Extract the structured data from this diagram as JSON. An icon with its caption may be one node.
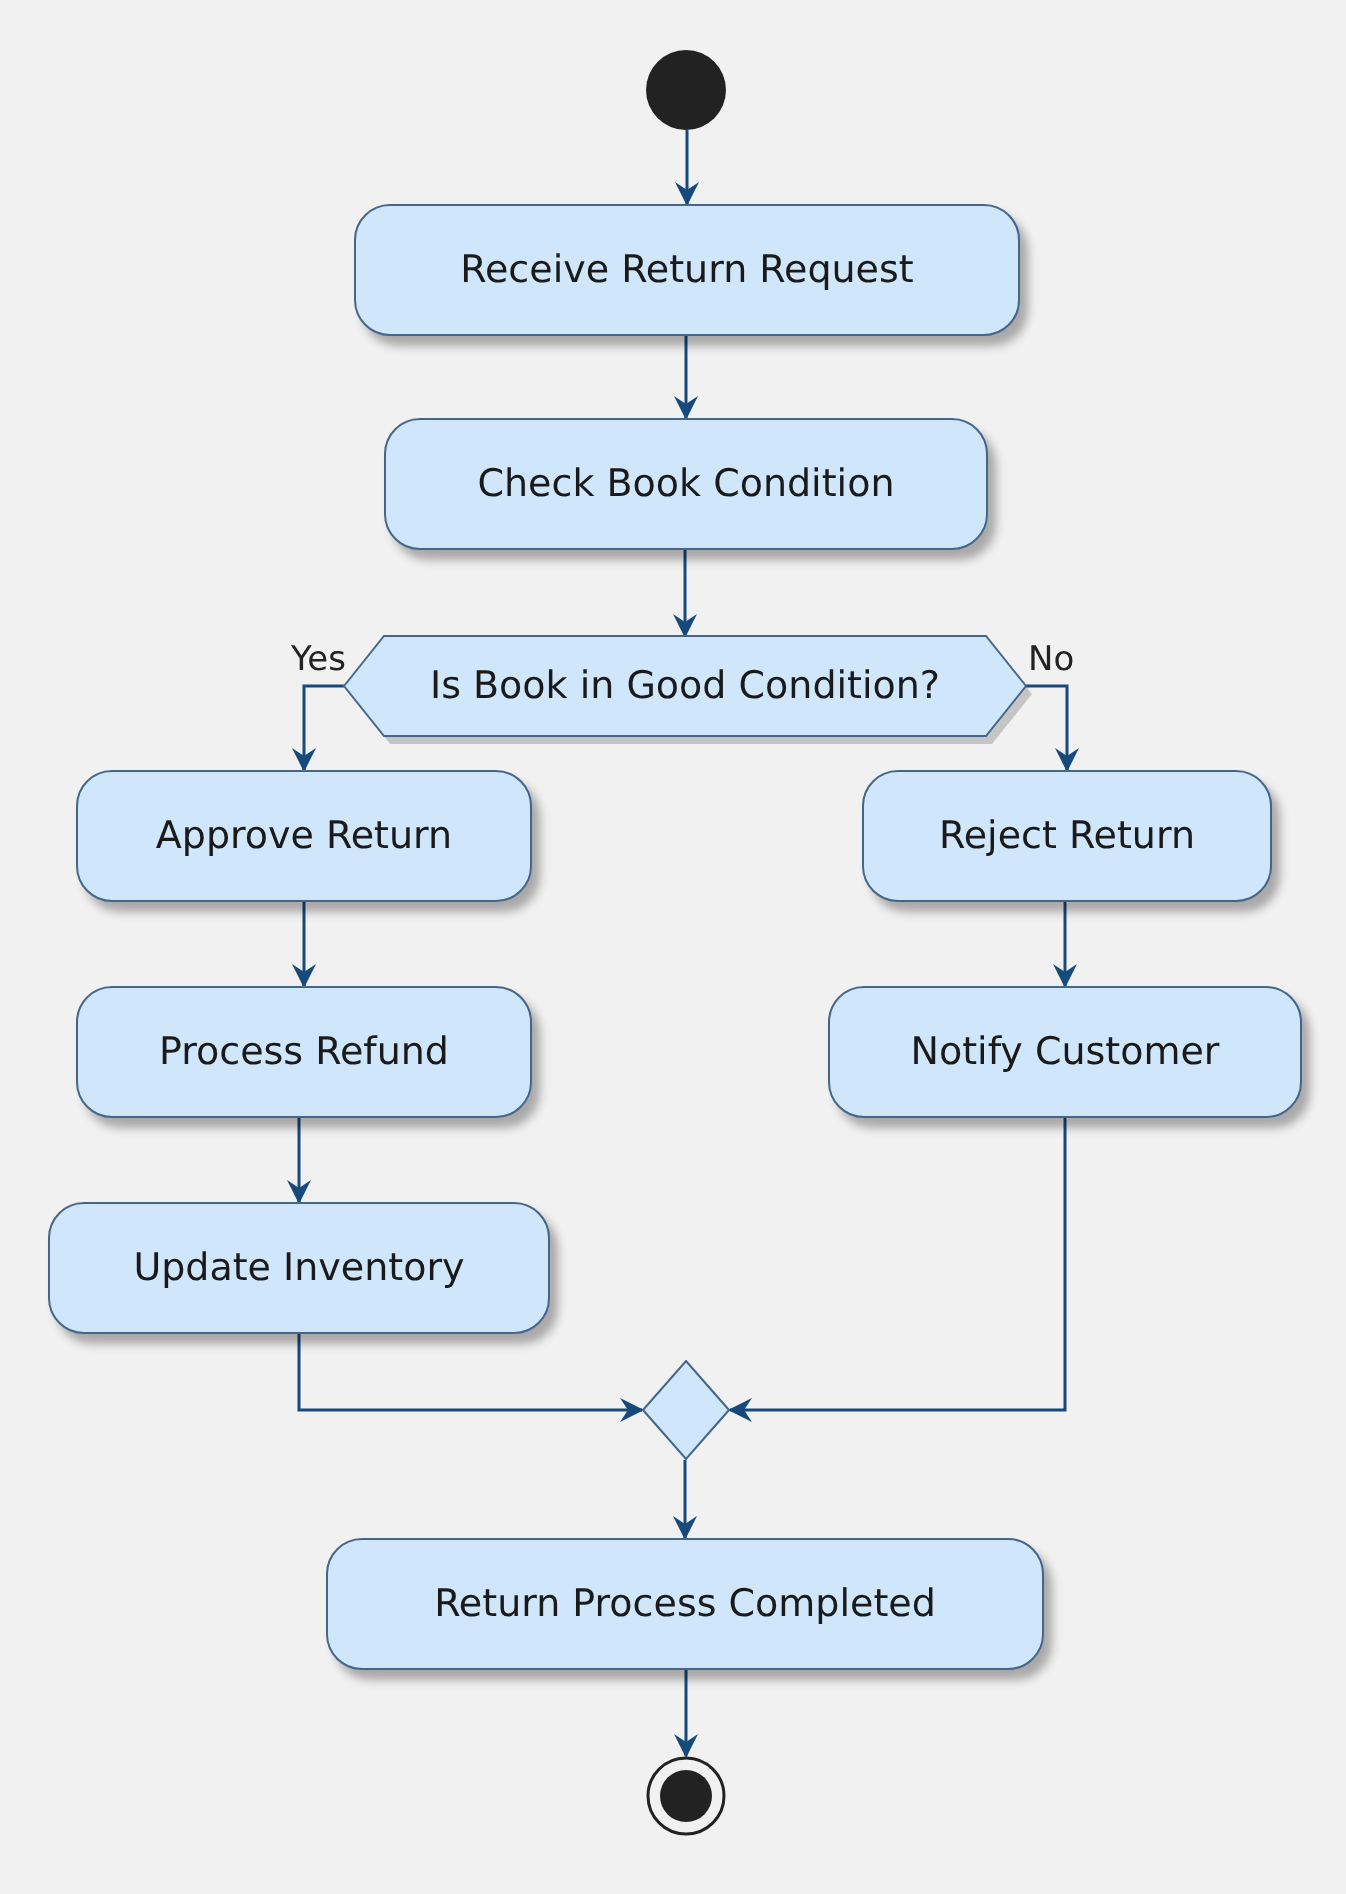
{
  "diagram": {
    "nodes": [
      {
        "text": [],
        "shape": "circle"
      },
      {
        "text": [
          "Receive Return Request"
        ]
      },
      {
        "text": [
          "Check Book Condition"
        ]
      },
      {
        "text": [
          "Is Book in Good Condition?"
        ]
      },
      {
        "text": [
          "Approve Return"
        ]
      },
      {
        "text": [
          "Reject Return"
        ]
      },
      {
        "text": [
          "Process Refund"
        ]
      },
      {
        "text": [
          "Notify Customer"
        ]
      },
      {
        "text": [
          "Update Inventory"
        ]
      },
      {
        "text": [],
        "shape": "diamond"
      },
      {
        "text": [
          "Return Process Completed"
        ]
      },
      {
        "text": [],
        "shape": "circle"
      }
    ],
    "edges": [
      {
        "from": 0,
        "to": 1,
        "arrow": "to"
      },
      {
        "from": 1,
        "to": 2,
        "arrow": "to"
      },
      {
        "from": 2,
        "to": 3,
        "arrow": "to"
      },
      {
        "from": 3,
        "to": 4,
        "label": "Yes",
        "arrow": "to"
      },
      {
        "from": 3,
        "to": 5,
        "label": "No",
        "arrow": "to"
      },
      {
        "from": 4,
        "to": 6,
        "arrow": "to"
      },
      {
        "from": 6,
        "to": 8,
        "arrow": "to"
      },
      {
        "from": 5,
        "to": 7,
        "arrow": "to"
      },
      {
        "from": 8,
        "to": 9,
        "arrow": "to"
      },
      {
        "from": 7,
        "to": 9,
        "arrow": "to"
      },
      {
        "from": 9,
        "to": 10,
        "arrow": "to"
      },
      {
        "from": 10,
        "to": 11,
        "arrow": "to"
      }
    ]
  }
}
